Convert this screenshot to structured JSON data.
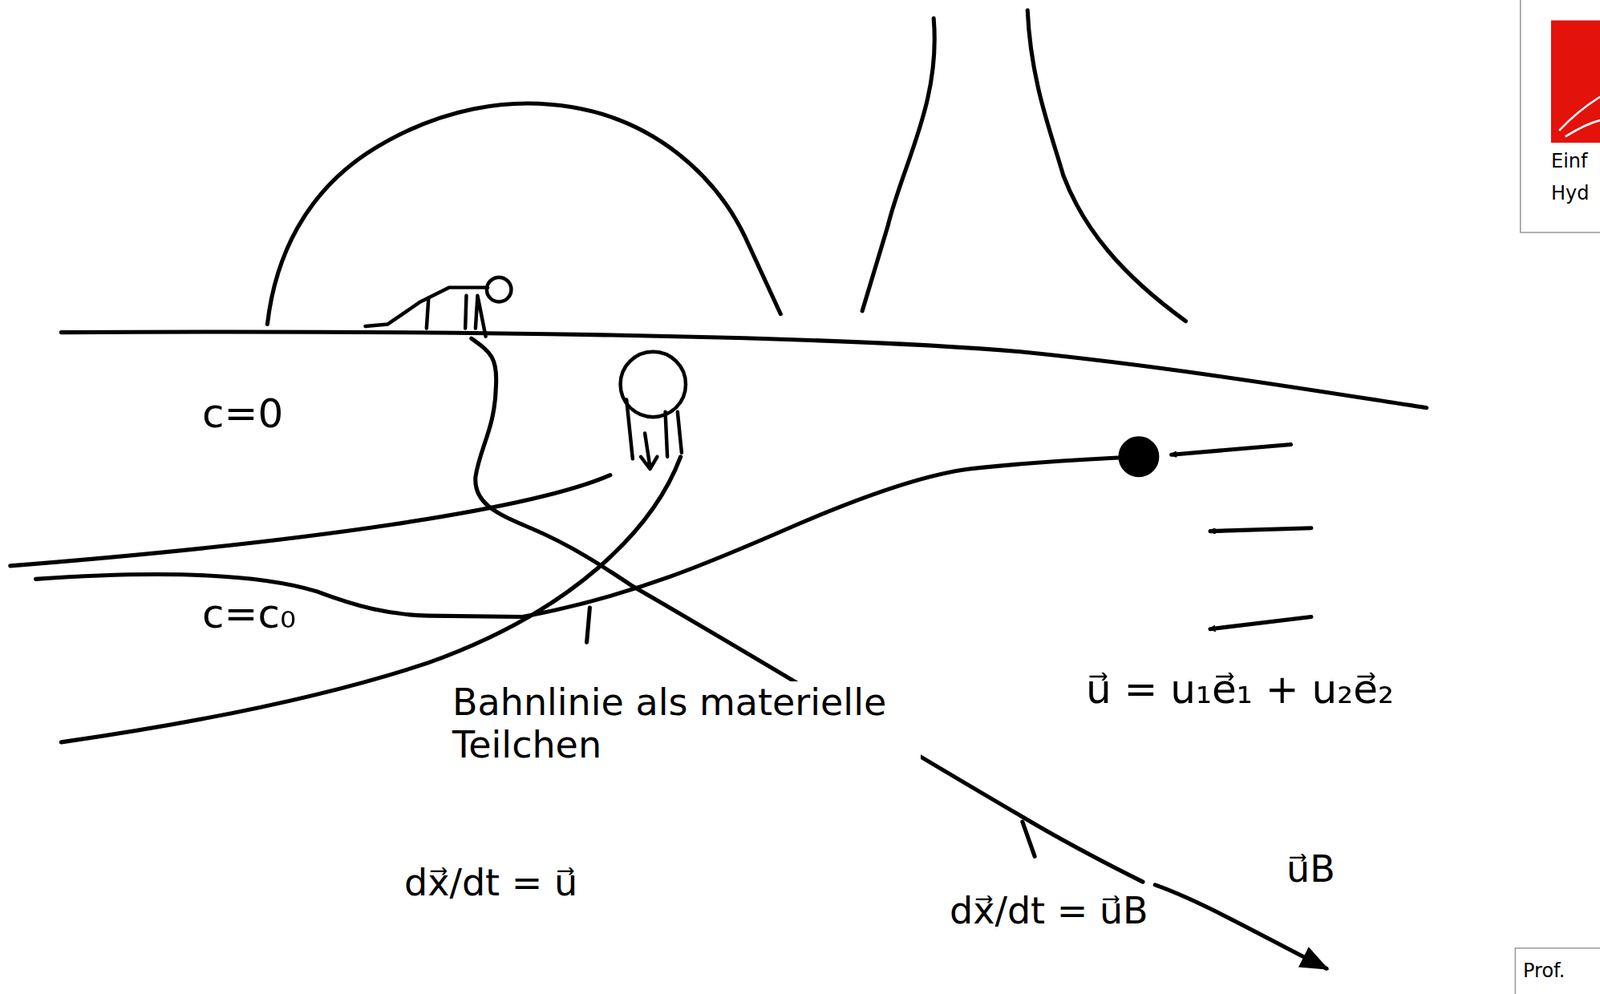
{
  "diagram": {
    "labels": [
      "c=0",
      "c=c₀",
      "Bahnlinie als materielle Teilchen",
      "dx⃗/dt = u⃗",
      "dx⃗/dt = u⃗B",
      "u⃗ = u₁e⃗₁ + u₂e⃗₂",
      "u⃗B",
      "Einf",
      "Hyd",
      "Prof."
    ]
  }
}
